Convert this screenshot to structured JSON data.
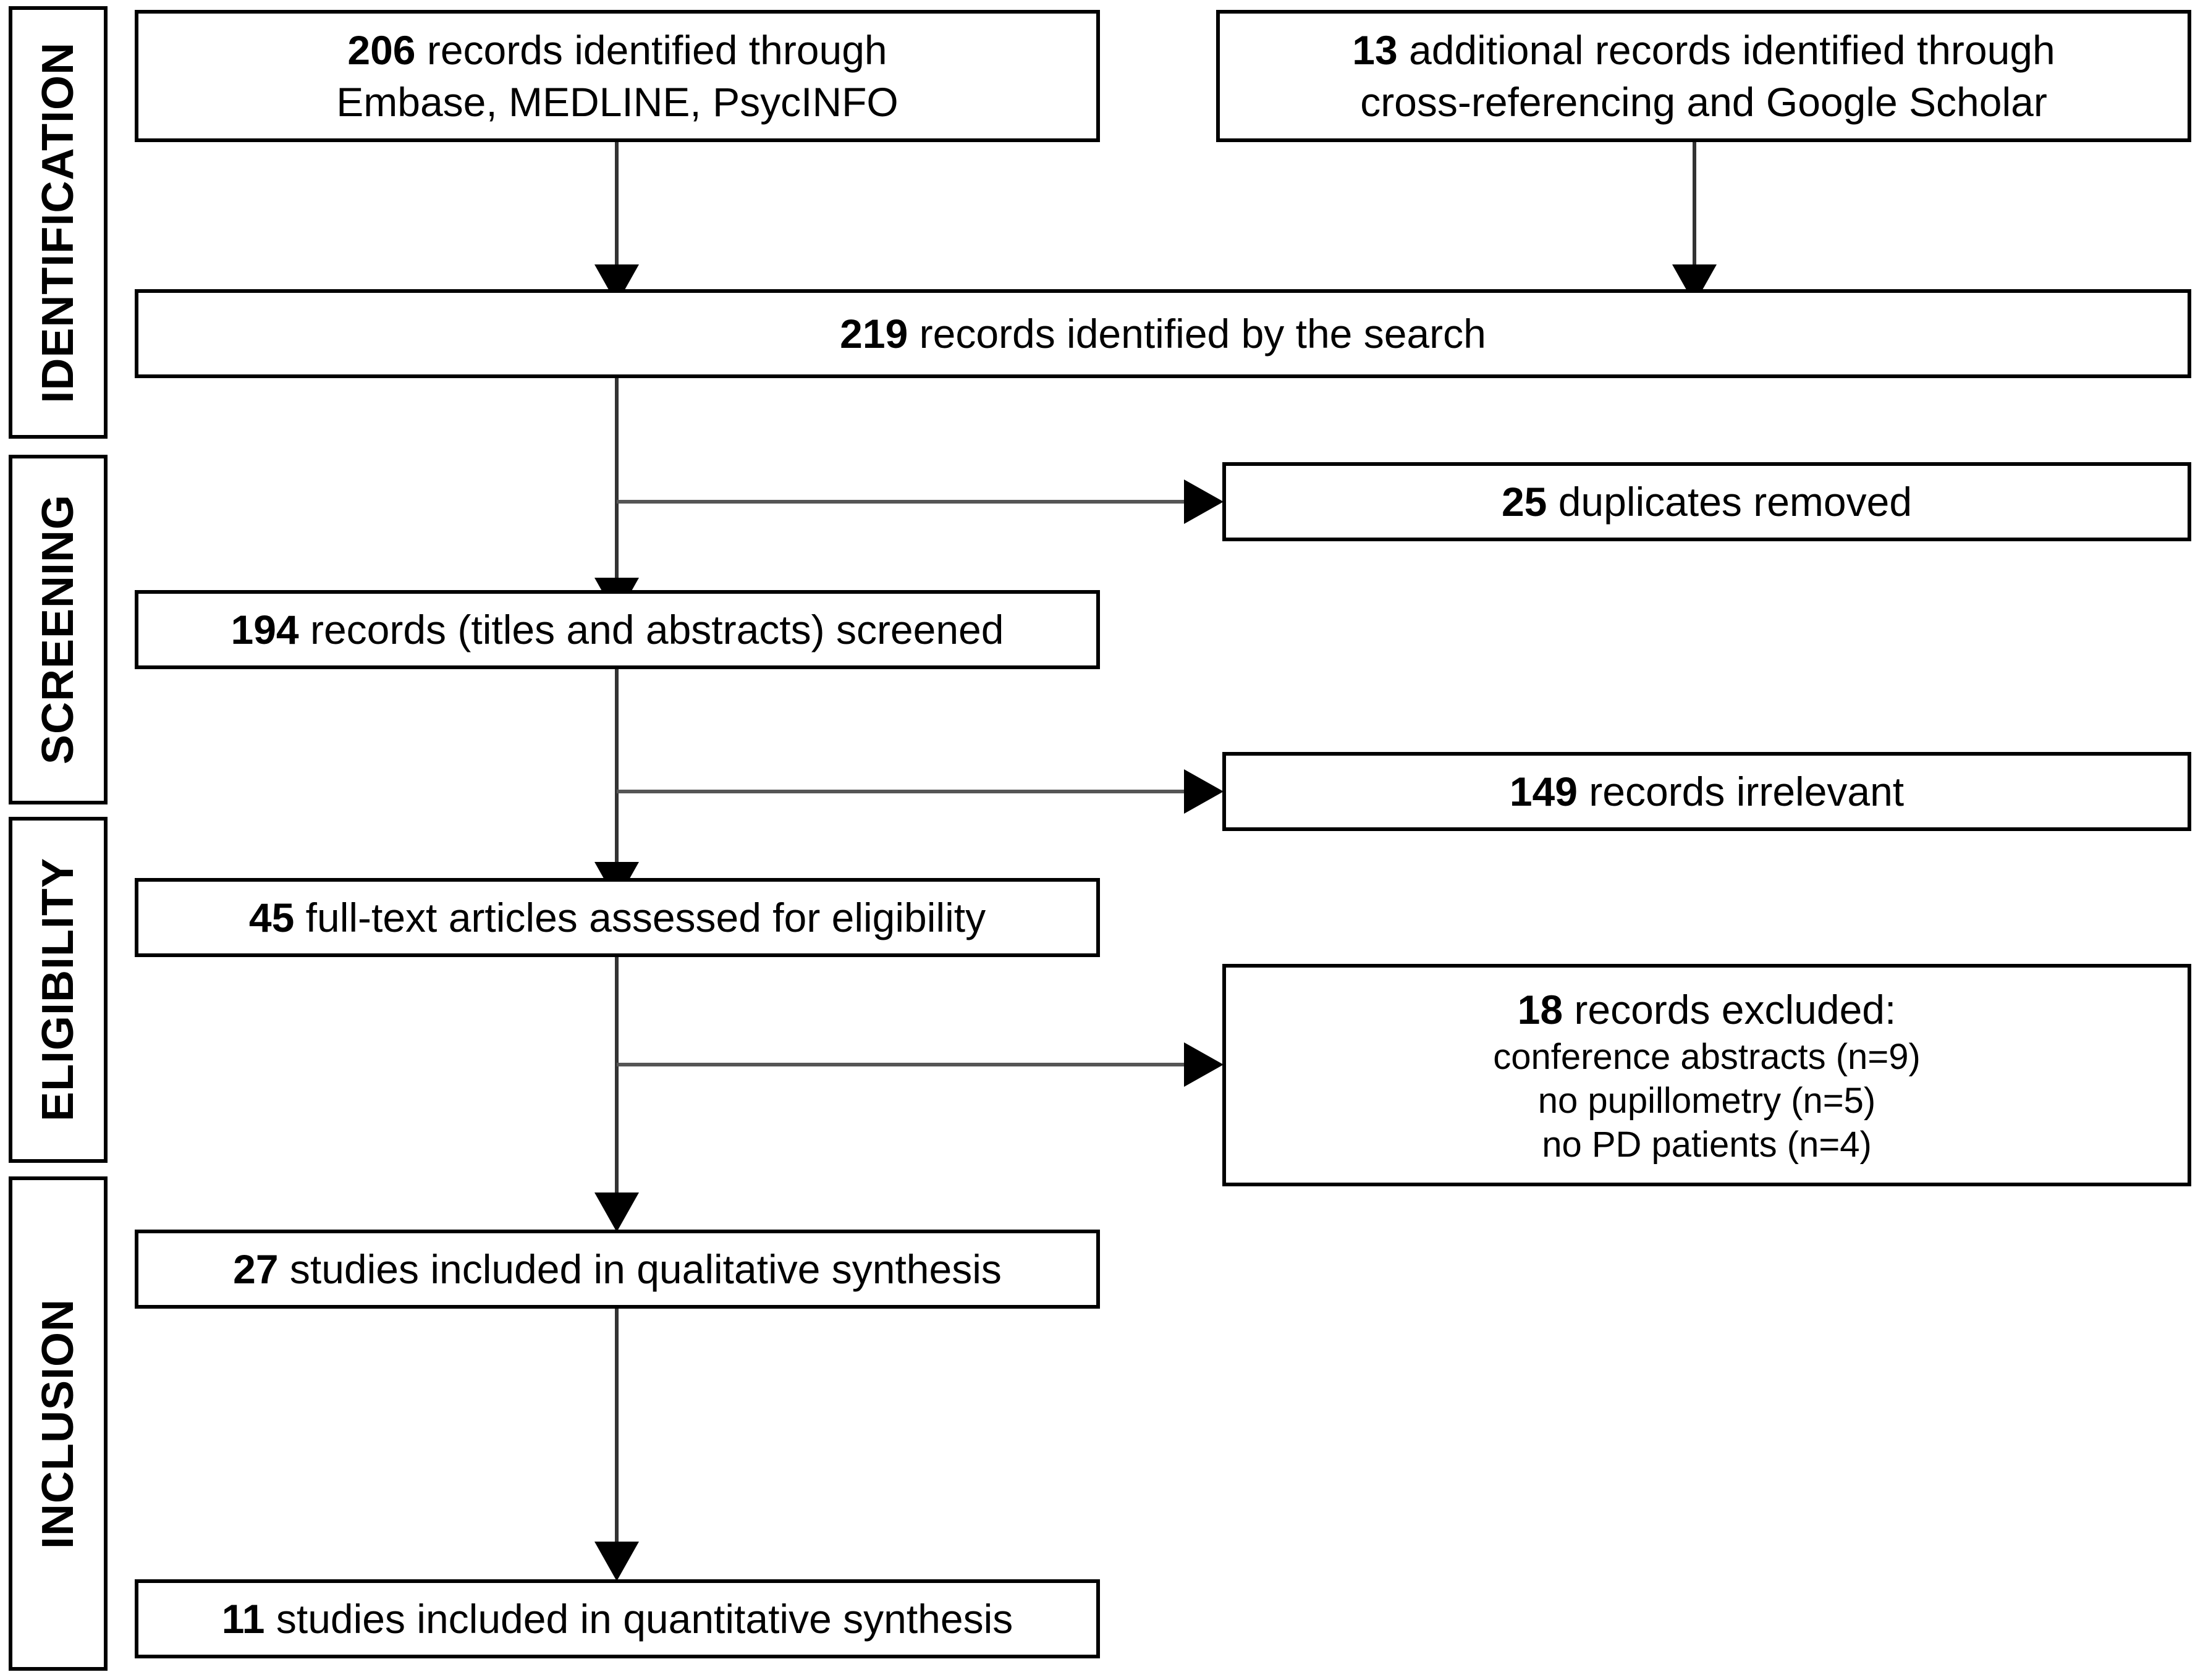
{
  "diagram": {
    "title": "PRISMA study selection flow diagram",
    "stages": [
      {
        "id": "identification",
        "label": "IDENTIFICATION"
      },
      {
        "id": "screening",
        "label": "SCREENING"
      },
      {
        "id": "eligibility",
        "label": "ELIGIBILITY"
      },
      {
        "id": "inclusion",
        "label": "INCLUSION"
      }
    ],
    "boxes": {
      "records_databases": {
        "count": "206",
        "line1_rest": " records identified through",
        "line2": "Embase, MEDLINE, PsycINFO"
      },
      "records_additional": {
        "count": "13",
        "line1_rest": " additional records identified through",
        "line2": "cross-referencing and Google Scholar"
      },
      "records_total": {
        "count": "219",
        "line1_rest": " records identified by the search"
      },
      "duplicates_removed": {
        "count": "25",
        "line1_rest": " duplicates removed"
      },
      "records_screened": {
        "count": "194",
        "line1_rest": " records (titles and abstracts) screened"
      },
      "records_irrelevant": {
        "count": "149",
        "line1_rest": " records irrelevant"
      },
      "fulltext_assessed": {
        "count": "45",
        "line1_rest": " full-text articles assessed for eligibility"
      },
      "records_excluded": {
        "count": "18",
        "line1_rest": " records excluded:",
        "reasons": [
          "conference abstracts (n=9)",
          "no pupillometry (n=5)",
          "no PD patients (n=4)"
        ]
      },
      "qualitative_synthesis": {
        "count": "27",
        "line1_rest": " studies included in qualitative synthesis"
      },
      "quantitative_synthesis": {
        "count": "11",
        "line1_rest": " studies included in quantitative synthesis"
      }
    },
    "colors": {
      "stroke": "#000000",
      "background": "#ffffff",
      "text": "#000000"
    }
  },
  "chart_data": {
    "type": "diagram",
    "title": "PRISMA flow diagram",
    "nodes": [
      {
        "id": "records_databases",
        "stage": "IDENTIFICATION",
        "value": 206,
        "label": "records identified through Embase, MEDLINE, PsycINFO"
      },
      {
        "id": "records_additional",
        "stage": "IDENTIFICATION",
        "value": 13,
        "label": "additional records identified through cross-referencing and Google Scholar"
      },
      {
        "id": "records_total",
        "stage": "IDENTIFICATION",
        "value": 219,
        "label": "records identified by the search"
      },
      {
        "id": "duplicates_removed",
        "stage": "SCREENING",
        "value": 25,
        "label": "duplicates removed"
      },
      {
        "id": "records_screened",
        "stage": "SCREENING",
        "value": 194,
        "label": "records (titles and abstracts) screened"
      },
      {
        "id": "records_irrelevant",
        "stage": "SCREENING",
        "value": 149,
        "label": "records irrelevant"
      },
      {
        "id": "fulltext_assessed",
        "stage": "ELIGIBILITY",
        "value": 45,
        "label": "full-text articles assessed for eligibility"
      },
      {
        "id": "records_excluded",
        "stage": "ELIGIBILITY",
        "value": 18,
        "label": "records excluded",
        "breakdown": [
          {
            "reason": "conference abstracts",
            "n": 9
          },
          {
            "reason": "no pupillometry",
            "n": 5
          },
          {
            "reason": "no PD patients",
            "n": 4
          }
        ]
      },
      {
        "id": "qualitative_synthesis",
        "stage": "INCLUSION",
        "value": 27,
        "label": "studies included in qualitative synthesis"
      },
      {
        "id": "quantitative_synthesis",
        "stage": "INCLUSION",
        "value": 11,
        "label": "studies included in quantitative synthesis"
      }
    ],
    "edges": [
      {
        "from": "records_databases",
        "to": "records_total"
      },
      {
        "from": "records_additional",
        "to": "records_total"
      },
      {
        "from": "records_total",
        "to": "duplicates_removed"
      },
      {
        "from": "records_total",
        "to": "records_screened"
      },
      {
        "from": "records_screened",
        "to": "records_irrelevant"
      },
      {
        "from": "records_screened",
        "to": "fulltext_assessed"
      },
      {
        "from": "fulltext_assessed",
        "to": "records_excluded"
      },
      {
        "from": "fulltext_assessed",
        "to": "qualitative_synthesis"
      },
      {
        "from": "qualitative_synthesis",
        "to": "quantitative_synthesis"
      }
    ]
  }
}
